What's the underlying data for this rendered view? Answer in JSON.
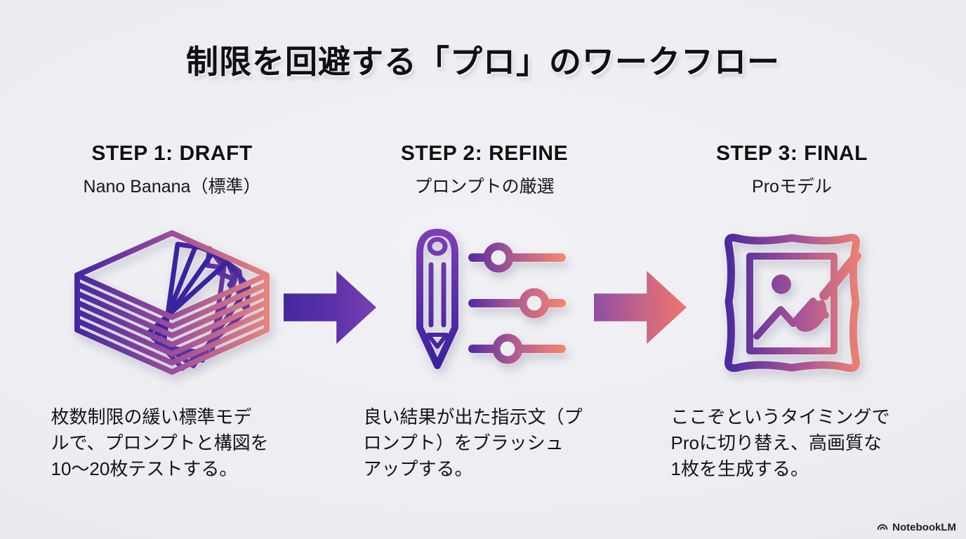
{
  "page": {
    "title": "制限を回避する「プロ」のワークフロー"
  },
  "steps": [
    {
      "header": "STEP 1: DRAFT",
      "subtitle": "Nano Banana（標準）",
      "icon": "paper-stack-icon",
      "description": "枚数制限の緩い標準モデ\nルで、プロンプトと構図を\n10〜20枚テストする。"
    },
    {
      "header": "STEP 2: REFINE",
      "subtitle": "プロンプトの厳選",
      "icon": "pencil-sliders-icon",
      "description": "良い結果が出た指示文（プ\nロンプト）をブラッシュ\nアップする。"
    },
    {
      "header": "STEP 3: FINAL",
      "subtitle": "Proモデル",
      "icon": "picture-frame-brush-icon",
      "description": "ここぞというタイミングで\nProに切り替え、高画質な\n1枚を生成する。"
    }
  ],
  "arrows": [
    {
      "name": "arrow-step1-to-step2"
    },
    {
      "name": "arrow-step2-to-step3"
    }
  ],
  "footer": {
    "brand": "NotebookLM"
  },
  "colors": {
    "background": "#ECEDF1",
    "text": "#131316",
    "gradient_start": "#41289E",
    "gradient_mid": "#9A4D9B",
    "gradient_end": "#F0897B",
    "arrow1_start": "#44279E",
    "arrow1_end": "#7C40B2",
    "arrow2_start": "#8F4DA2",
    "arrow2_end": "#F2756A"
  }
}
